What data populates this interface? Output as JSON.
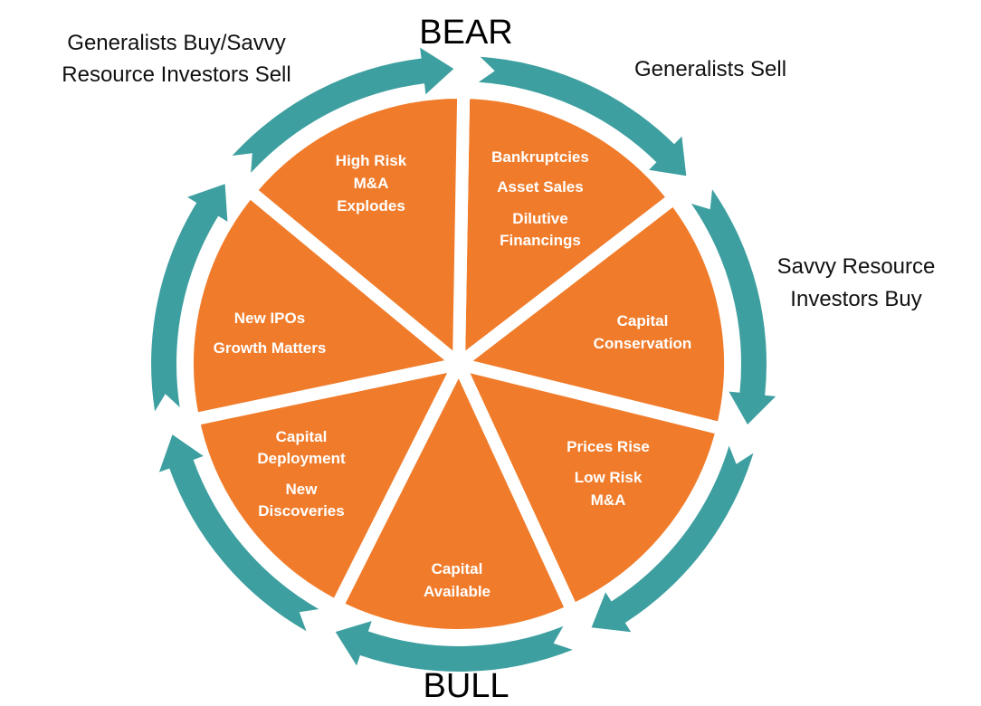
{
  "title_top": "BEAR",
  "title_bottom": "BULL",
  "colors": {
    "slice": "#F07C2B",
    "ring": "#3E9FA0",
    "gap": "#FFFFFF"
  },
  "outer_labels": {
    "top_left": [
      "Generalists Buy/Savvy",
      "Resource Investors Sell"
    ],
    "top_right": [
      "Generalists Sell"
    ],
    "right": [
      "Savvy Resource",
      "Investors Buy"
    ]
  },
  "slices": [
    {
      "lines": [
        "Bankruptcies",
        "Asset Sales",
        "Dilutive",
        "Financings"
      ]
    },
    {
      "lines": [
        "Capital",
        "Conservation"
      ]
    },
    {
      "lines": [
        "Prices Rise",
        "Low Risk",
        "M&A"
      ]
    },
    {
      "lines": [
        "Capital",
        "Available"
      ]
    },
    {
      "lines": [
        "Capital",
        "Deployment",
        "New",
        "Discoveries"
      ]
    },
    {
      "lines": [
        "New IPOs",
        "Growth Matters"
      ]
    },
    {
      "lines": [
        "High Risk",
        "M&A",
        "Explodes"
      ]
    }
  ]
}
